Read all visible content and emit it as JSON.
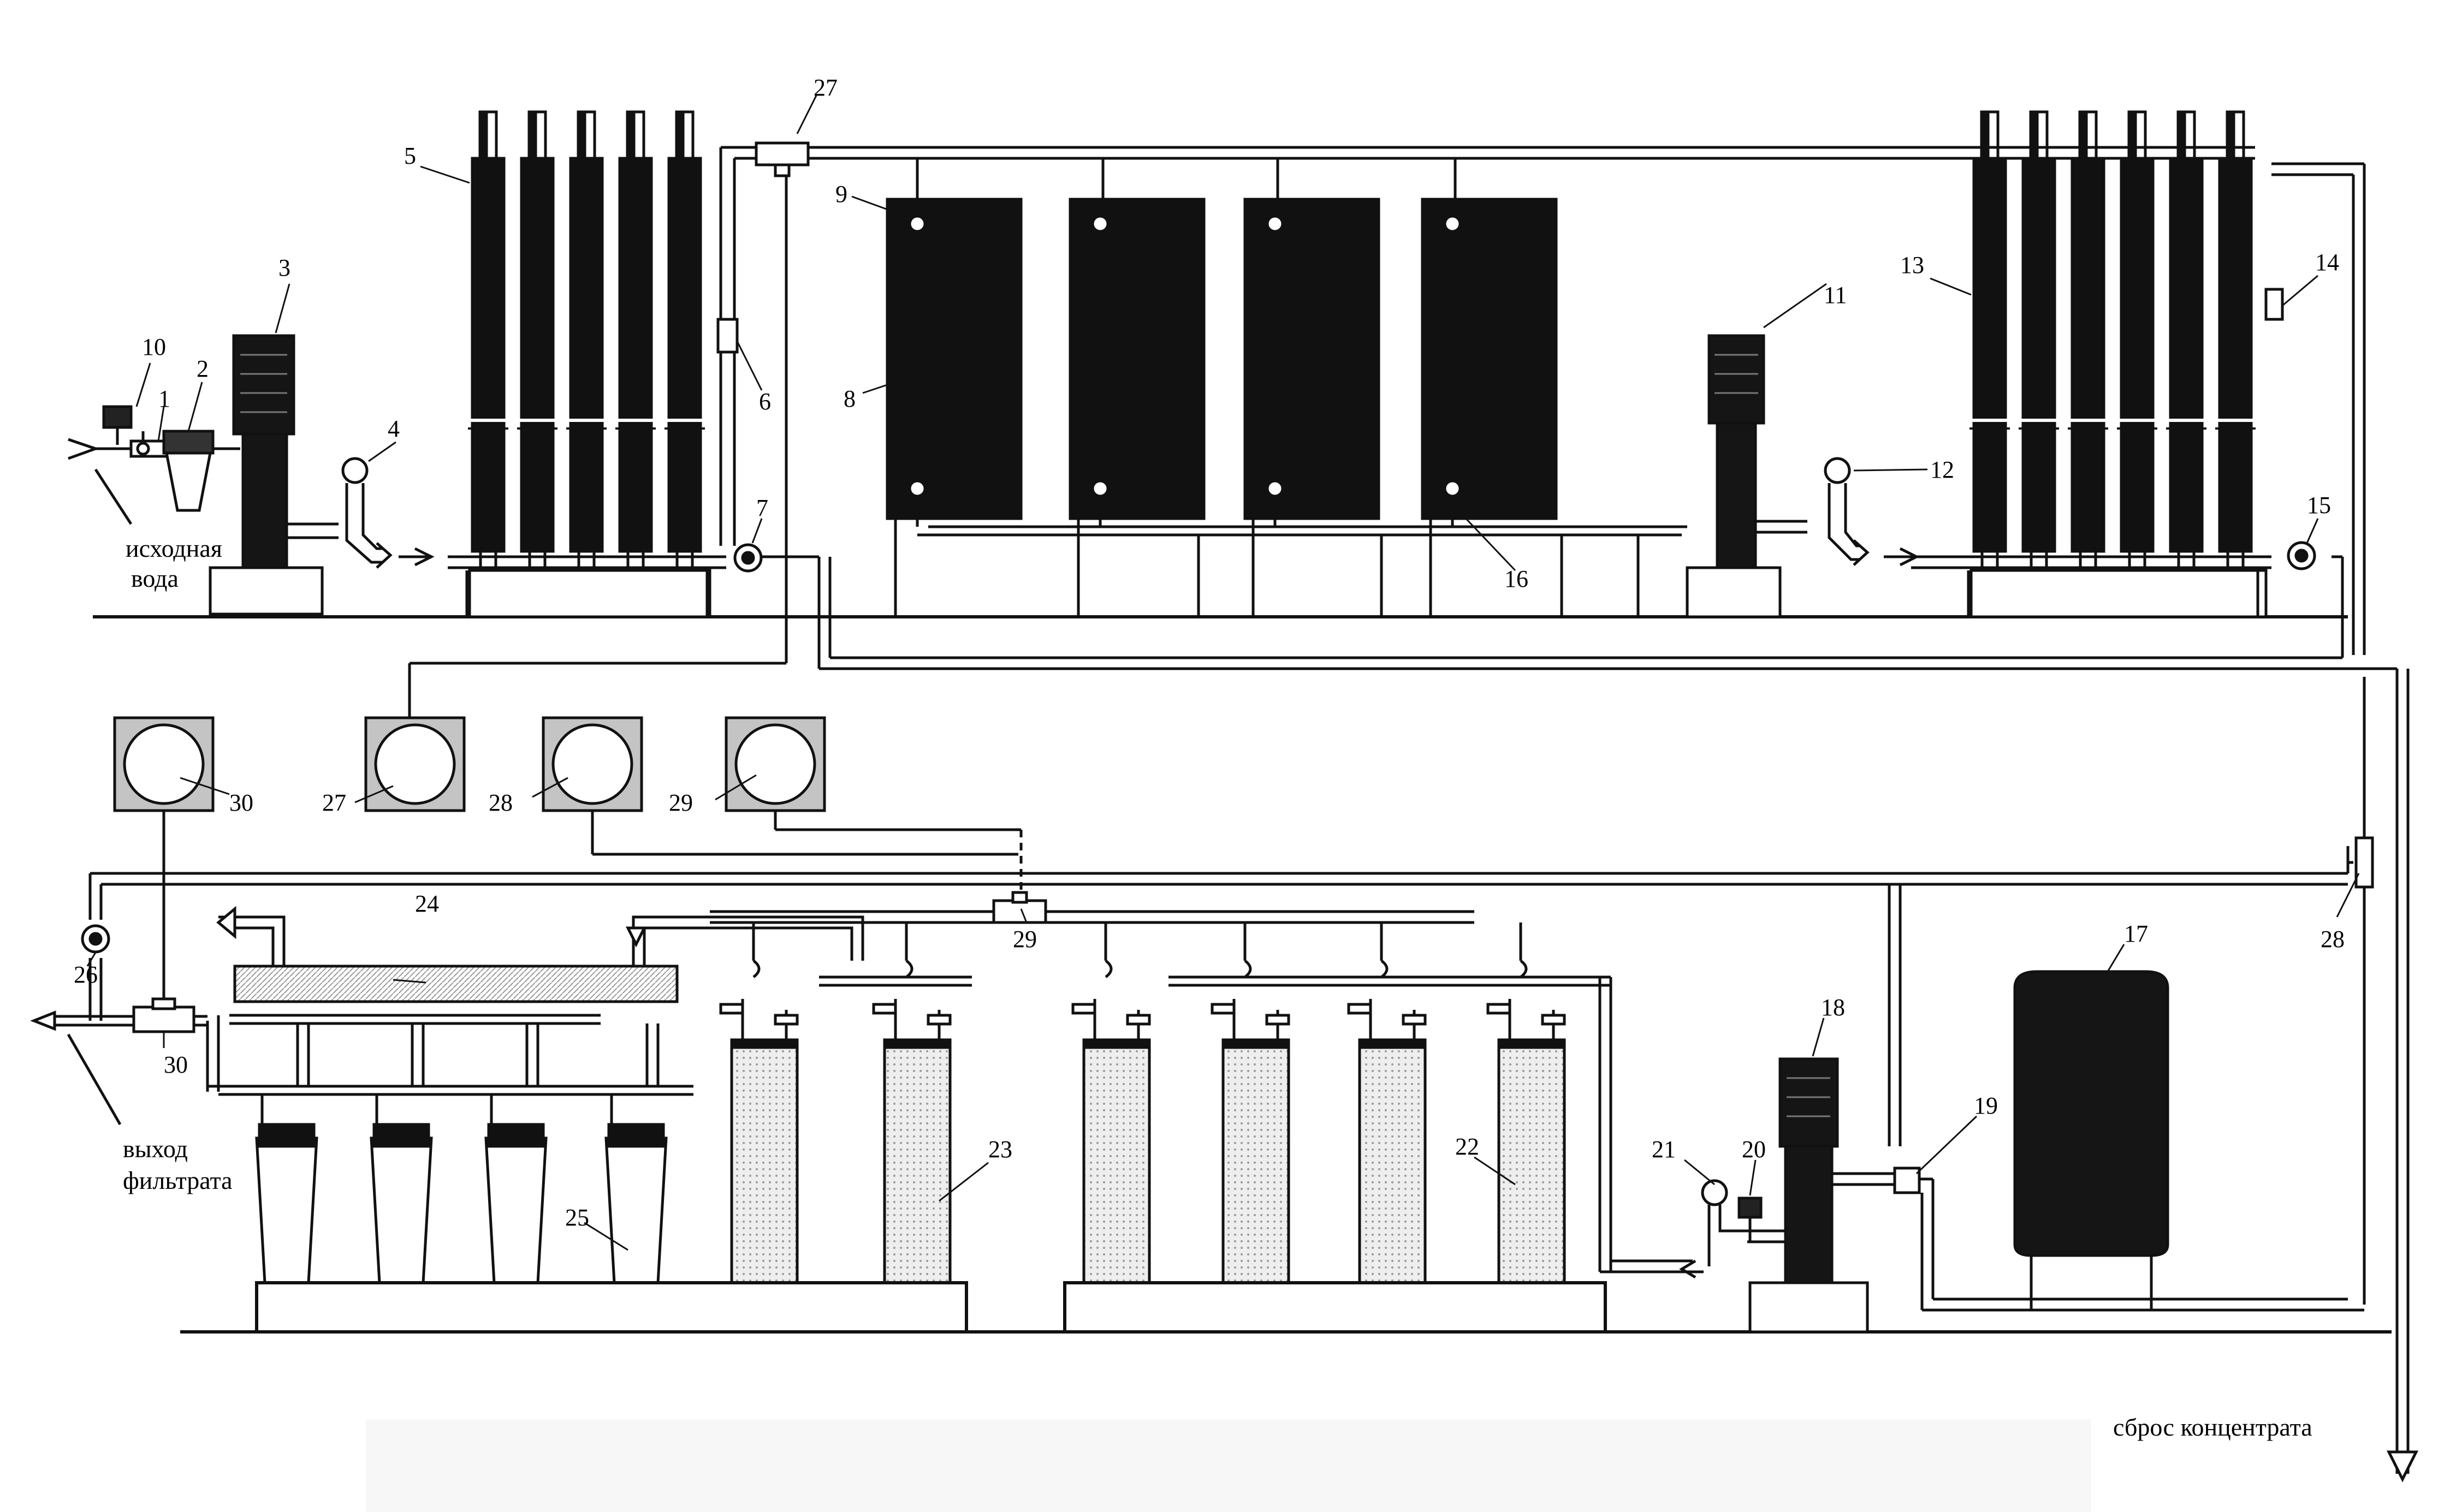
{
  "labels": {
    "l1": "1",
    "l2": "2",
    "l3": "3",
    "l4": "4",
    "l5": "5",
    "l6": "6",
    "l7": "7",
    "l8": "8",
    "l9": "9",
    "l10": "10",
    "l11": "11",
    "l12": "12",
    "l13": "13",
    "l14": "14",
    "l15": "15",
    "l16": "16",
    "l17": "17",
    "l18": "18",
    "l19": "19",
    "l20": "20",
    "l21": "21",
    "l22": "22",
    "l23": "23",
    "l24": "24",
    "l25": "25",
    "l26": "26",
    "l27a": "27",
    "l27b": "27",
    "l28a": "28",
    "l28b": "28",
    "l29a": "29",
    "l29b": "29",
    "l30a": "30",
    "l30b": "30"
  },
  "captions": {
    "inlet_line1": "исходная",
    "inlet_line2": "вода",
    "outlet_line1": "выход",
    "outlet_line2": "фильтрата",
    "drain": "сброс концентрата"
  },
  "colors": {
    "ink": "#111111",
    "panel": "#c4c4c4",
    "cartridge": "#e2e2e2",
    "paper": "#ffffff"
  }
}
